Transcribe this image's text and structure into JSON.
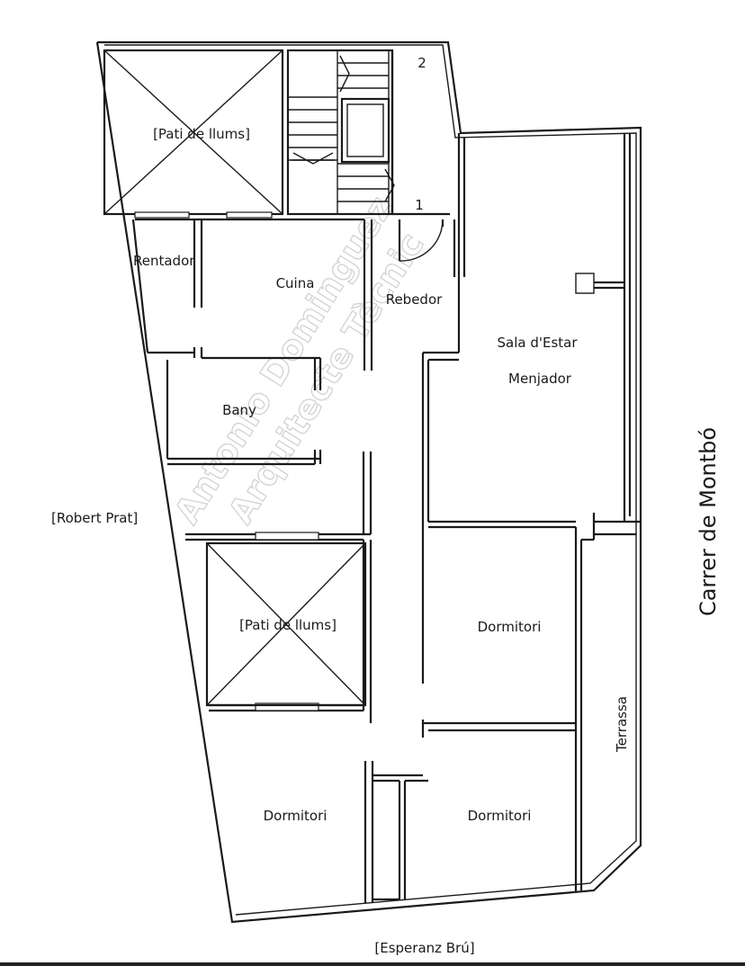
{
  "watermark": {
    "line1": "Antonio Dominguez",
    "line2": "Arquitecte Tècnic"
  },
  "streets": {
    "left": "[Robert Prat]",
    "right": "Carrer  de Montbó",
    "bottom": "[Esperanz Brú]"
  },
  "rooms": {
    "pati_top": "[Pati de llums]",
    "rentador": "Rentador",
    "cuina": "Cuina",
    "rebedor": "Rebedor",
    "sala_estar": "Sala d'Estar",
    "menjador": "Menjador",
    "bany": "Bany",
    "pati_mid": "[Pati de llums]",
    "dormitori_1": "Dormitori",
    "dormitori_2": "Dormitori",
    "dormitori_3": "Dormitori",
    "terrassa": "Terrassa"
  },
  "stair_marks": {
    "top": "2",
    "bottom": "1"
  }
}
